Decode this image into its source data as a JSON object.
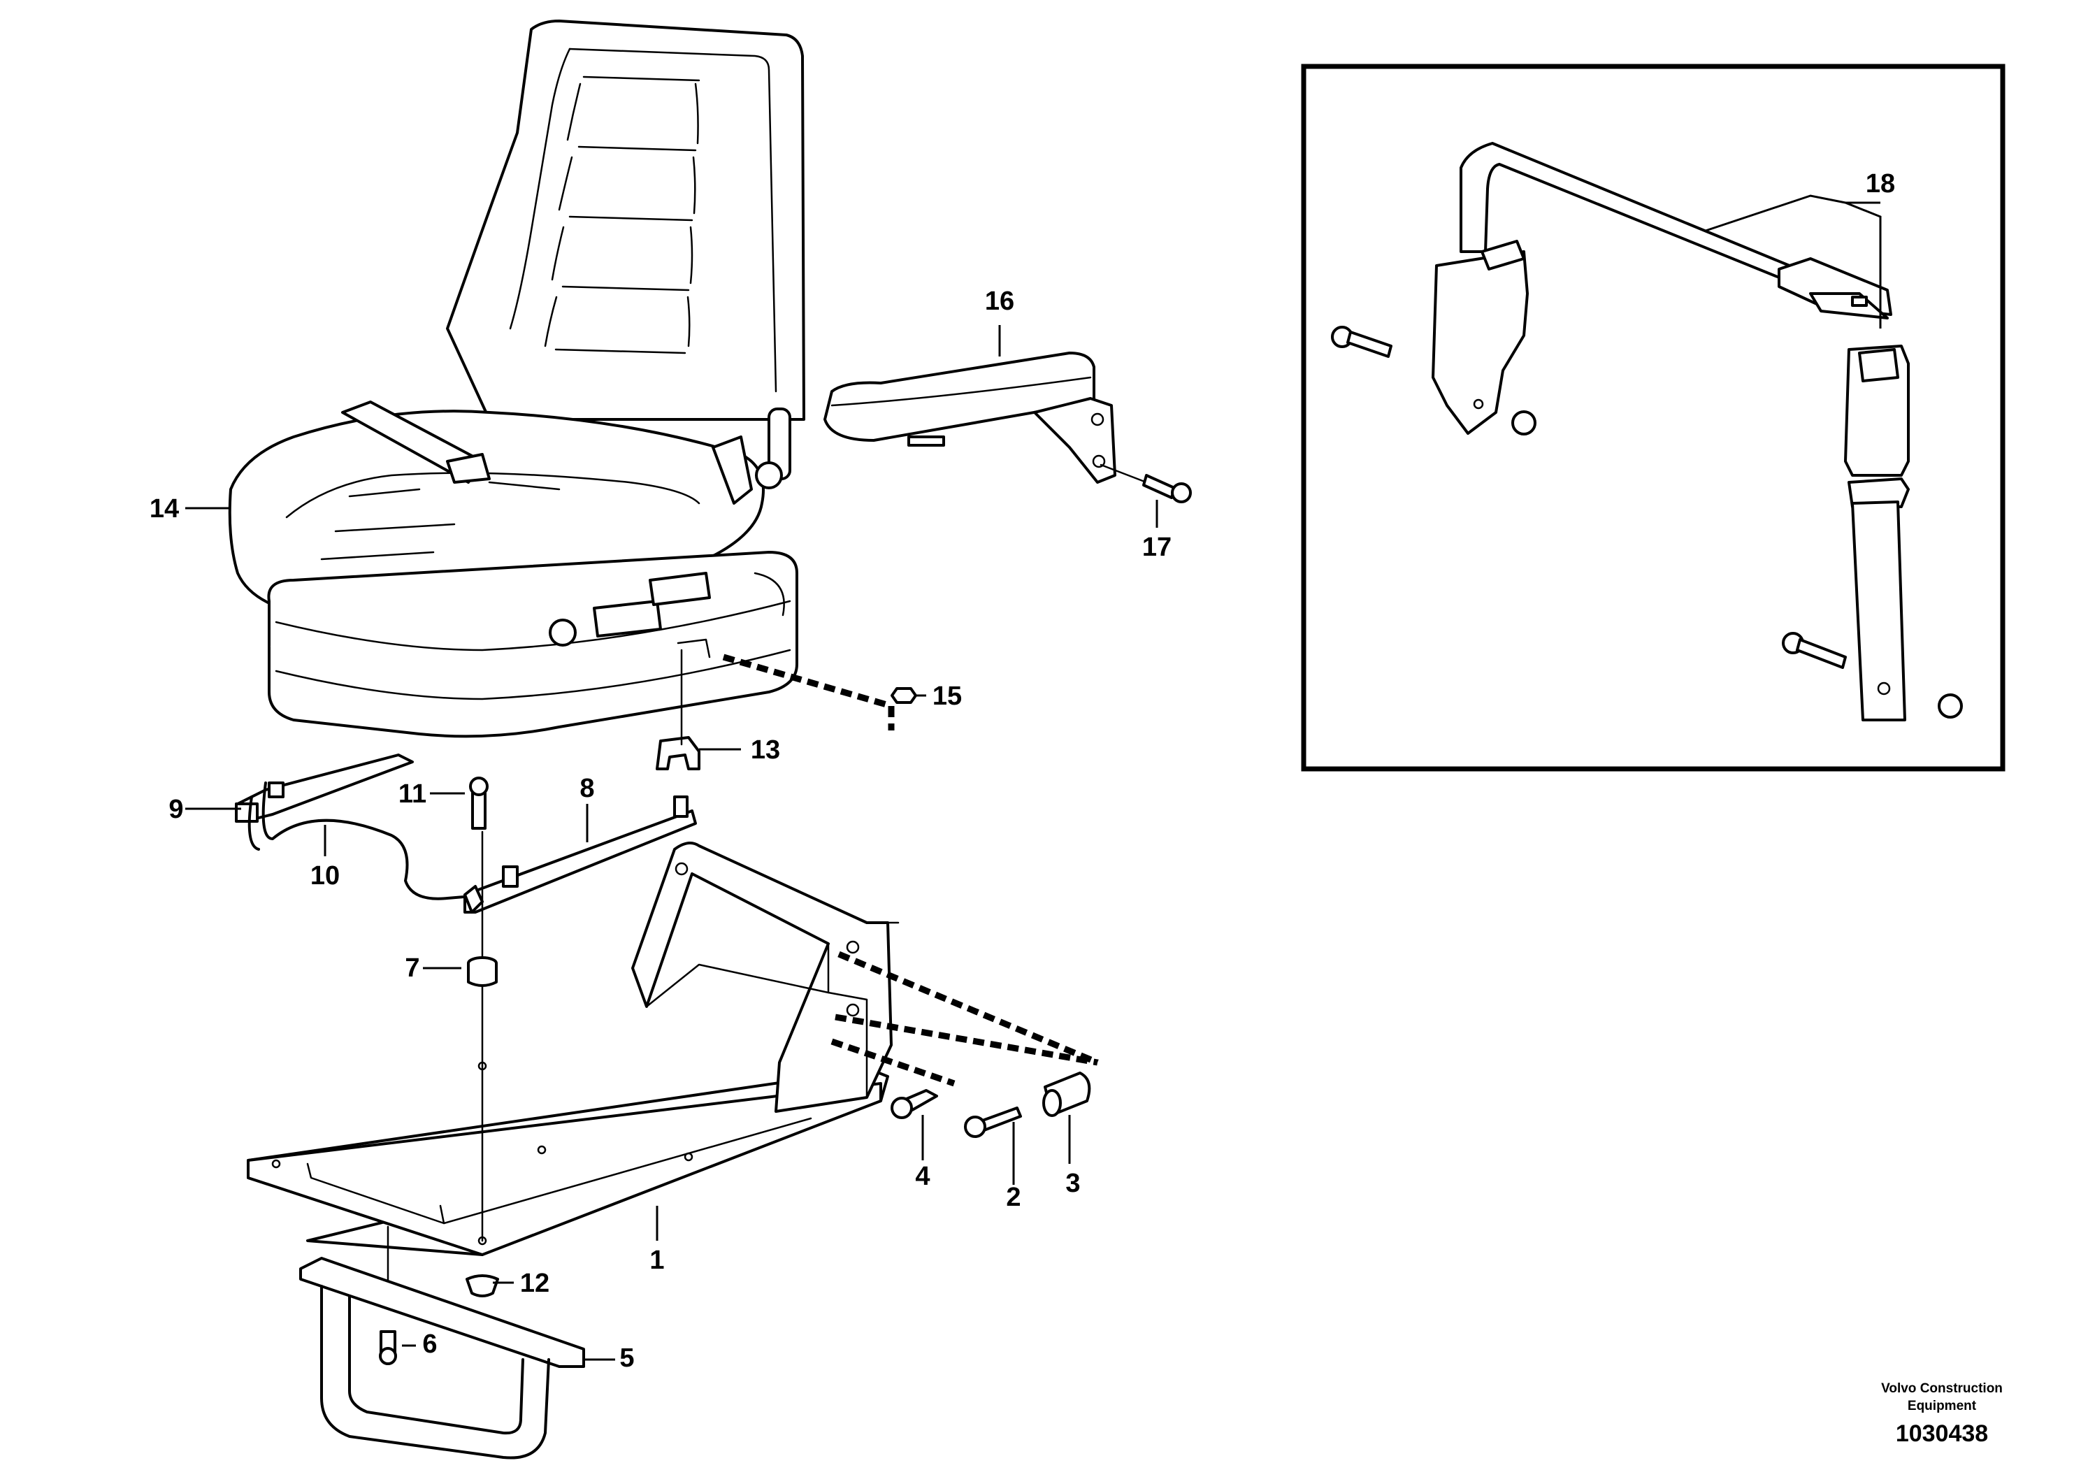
{
  "callouts": [
    "1",
    "2",
    "3",
    "4",
    "5",
    "6",
    "7",
    "8",
    "9",
    "10",
    "11",
    "12",
    "13",
    "14",
    "15",
    "16",
    "17",
    "18"
  ],
  "footer": {
    "company_line1": "Volvo Construction",
    "company_line2": "Equipment",
    "drawing_number": "1030438"
  }
}
